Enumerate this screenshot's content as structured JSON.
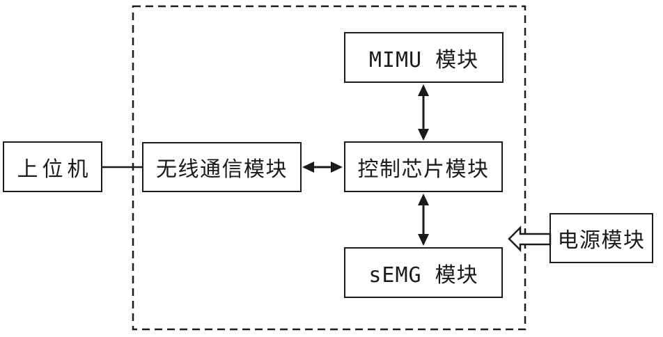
{
  "diagram": {
    "type": "block-diagram",
    "colors": {
      "line": "#1a1a1a",
      "background": "#ffffff",
      "box_fill": "#ffffff"
    },
    "boxes": {
      "host": {
        "label": "上位机"
      },
      "wireless": {
        "label": "无线通信模块"
      },
      "control": {
        "label": "控制芯片模块"
      },
      "mimu": {
        "label": "MIMU 模块"
      },
      "semg": {
        "label": "sEMG 模块"
      },
      "power": {
        "label": "电源模块"
      }
    },
    "boundary": {
      "style": "dashed",
      "contains": [
        "wireless",
        "control",
        "mimu",
        "semg"
      ]
    },
    "connections": [
      {
        "from": "host",
        "to": "wireless",
        "type": "plain-line",
        "direction": "none"
      },
      {
        "from": "wireless",
        "to": "control",
        "type": "arrow",
        "direction": "bidirectional"
      },
      {
        "from": "mimu",
        "to": "control",
        "type": "arrow",
        "direction": "bidirectional"
      },
      {
        "from": "control",
        "to": "semg",
        "type": "arrow",
        "direction": "bidirectional"
      },
      {
        "from": "power",
        "to": "boundary",
        "type": "hollow-arrow",
        "direction": "into-boundary"
      }
    ]
  }
}
